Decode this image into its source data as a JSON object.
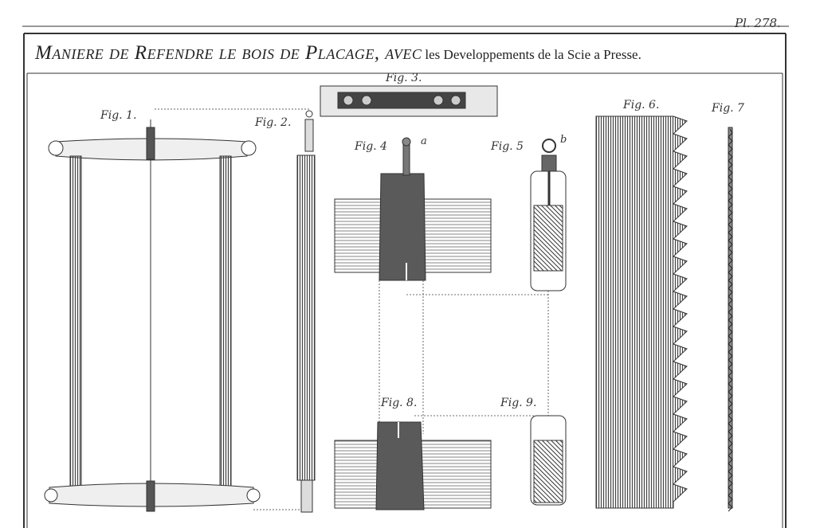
{
  "plate_number": "Pl. 278.",
  "title": {
    "caps": "Maniere de Refendre le bois de Placage, avec",
    "rest": "les Developpements de la Scie a Presse."
  },
  "figures": {
    "fig1": "Fig. 1.",
    "fig2": "Fig. 2.",
    "fig3": "Fig. 3.",
    "fig4": "Fig. 4",
    "fig5": "Fig. 5",
    "fig6": "Fig. 6.",
    "fig7": "Fig. 7",
    "fig8": "Fig. 8.",
    "fig9": "Fig. 9."
  },
  "letters": {
    "a": "a",
    "b": "b"
  },
  "colors": {
    "ink": "#222222",
    "wood": "#e6e6e6",
    "dark": "#555555",
    "paper": "#ffffff"
  }
}
